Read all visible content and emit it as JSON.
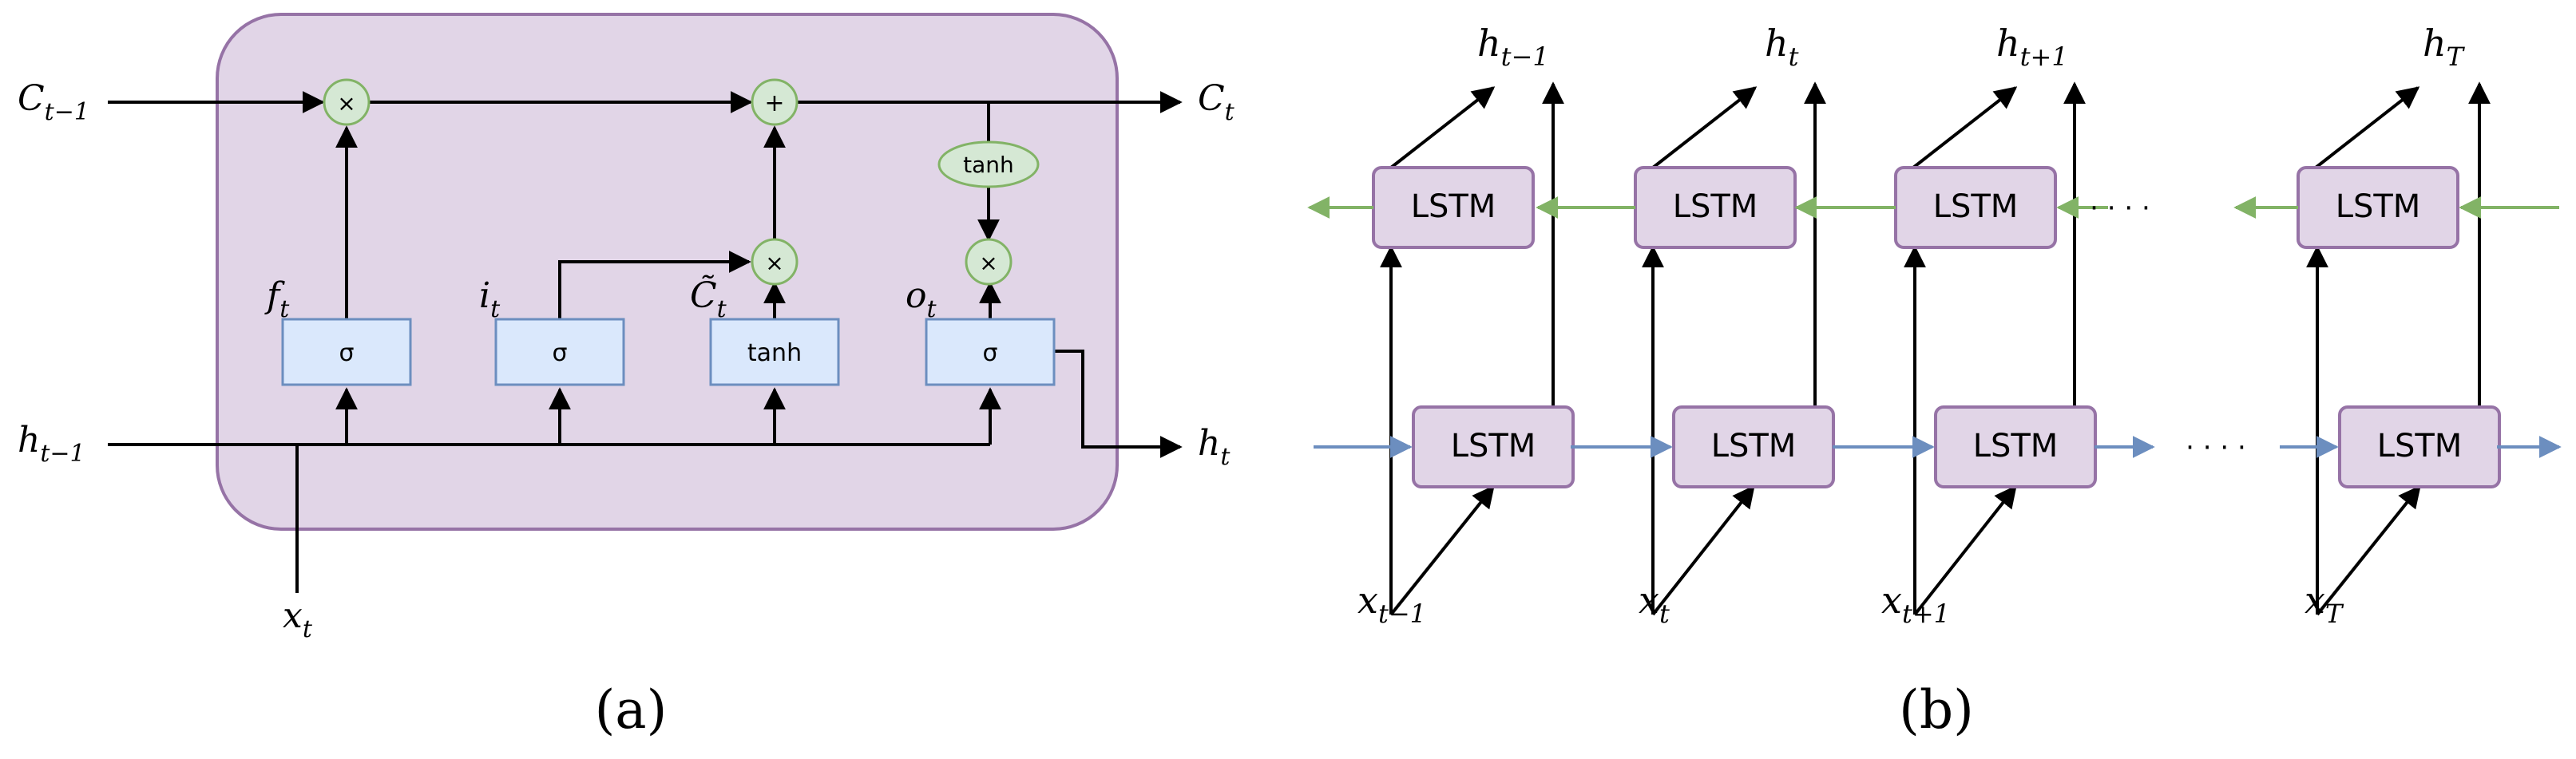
{
  "colors": {
    "cell_fill": "#e1d5e7",
    "cell_stroke": "#9673a6",
    "gate_fill": "#dae8fc",
    "gate_stroke": "#6c8ebf",
    "op_fill": "#d5e8d4",
    "op_stroke": "#82b366",
    "forward_arrow": "#6c8ebf",
    "backward_arrow": "#82b366",
    "line": "#000000"
  },
  "panel_a": {
    "caption": "(a)",
    "inputs": {
      "c_prev": "C",
      "c_prev_sub": "t−1",
      "h_prev": "h",
      "h_prev_sub": "t−1",
      "x": "x",
      "x_sub": "t"
    },
    "outputs": {
      "c": "C",
      "c_sub": "t",
      "h": "h",
      "h_sub": "t"
    },
    "gates": {
      "forget": {
        "symbol": "σ",
        "label": "f",
        "label_sub": "t"
      },
      "input": {
        "symbol": "σ",
        "label": "i",
        "label_sub": "t"
      },
      "candidate": {
        "symbol": "tanh",
        "label": "C̃",
        "label_sub": "t"
      },
      "output": {
        "symbol": "σ",
        "label": "o",
        "label_sub": "t"
      }
    },
    "ops": {
      "mult": "×",
      "add": "+",
      "tanh": "tanh"
    }
  },
  "panel_b": {
    "caption": "(b)",
    "cell_label": "LSTM",
    "dots": "· · · ·",
    "columns": [
      {
        "x": "x",
        "x_sub": "t−1",
        "h": "h",
        "h_sub": "t−1"
      },
      {
        "x": "x",
        "x_sub": "t",
        "h": "h",
        "h_sub": "t"
      },
      {
        "x": "x",
        "x_sub": "t+1",
        "h": "h",
        "h_sub": "t+1"
      },
      {
        "x": "x",
        "x_sub": "T",
        "h": "h",
        "h_sub": "T"
      }
    ]
  }
}
